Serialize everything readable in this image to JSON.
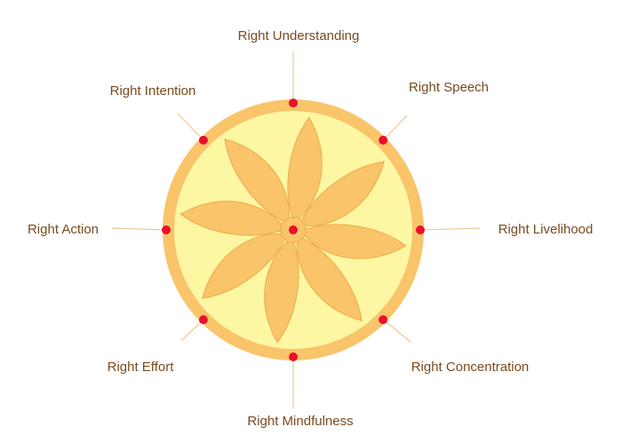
{
  "diagram": {
    "title": "Noble Eightfold Path wheel",
    "colors": {
      "rim": "#f9c46a",
      "inner": "#fdf7a3",
      "petal": "#f9c46a",
      "petal_stroke": "#efaa4a",
      "hub": "#f9c46a",
      "dot": "#e8102c",
      "line": "#f0c89a",
      "text": "#7a4a1f"
    },
    "spokes": [
      {
        "id": "right-understanding",
        "label": "Right Understanding"
      },
      {
        "id": "right-speech",
        "label": "Right Speech"
      },
      {
        "id": "right-livelihood",
        "label": "Right Livelihood"
      },
      {
        "id": "right-concentration",
        "label": "Right Concentration"
      },
      {
        "id": "right-mindfulness",
        "label": "Right Mindfulness"
      },
      {
        "id": "right-effort",
        "label": "Right Effort"
      },
      {
        "id": "right-action",
        "label": "Right Action"
      },
      {
        "id": "right-intention",
        "label": "Right Intention"
      }
    ]
  }
}
